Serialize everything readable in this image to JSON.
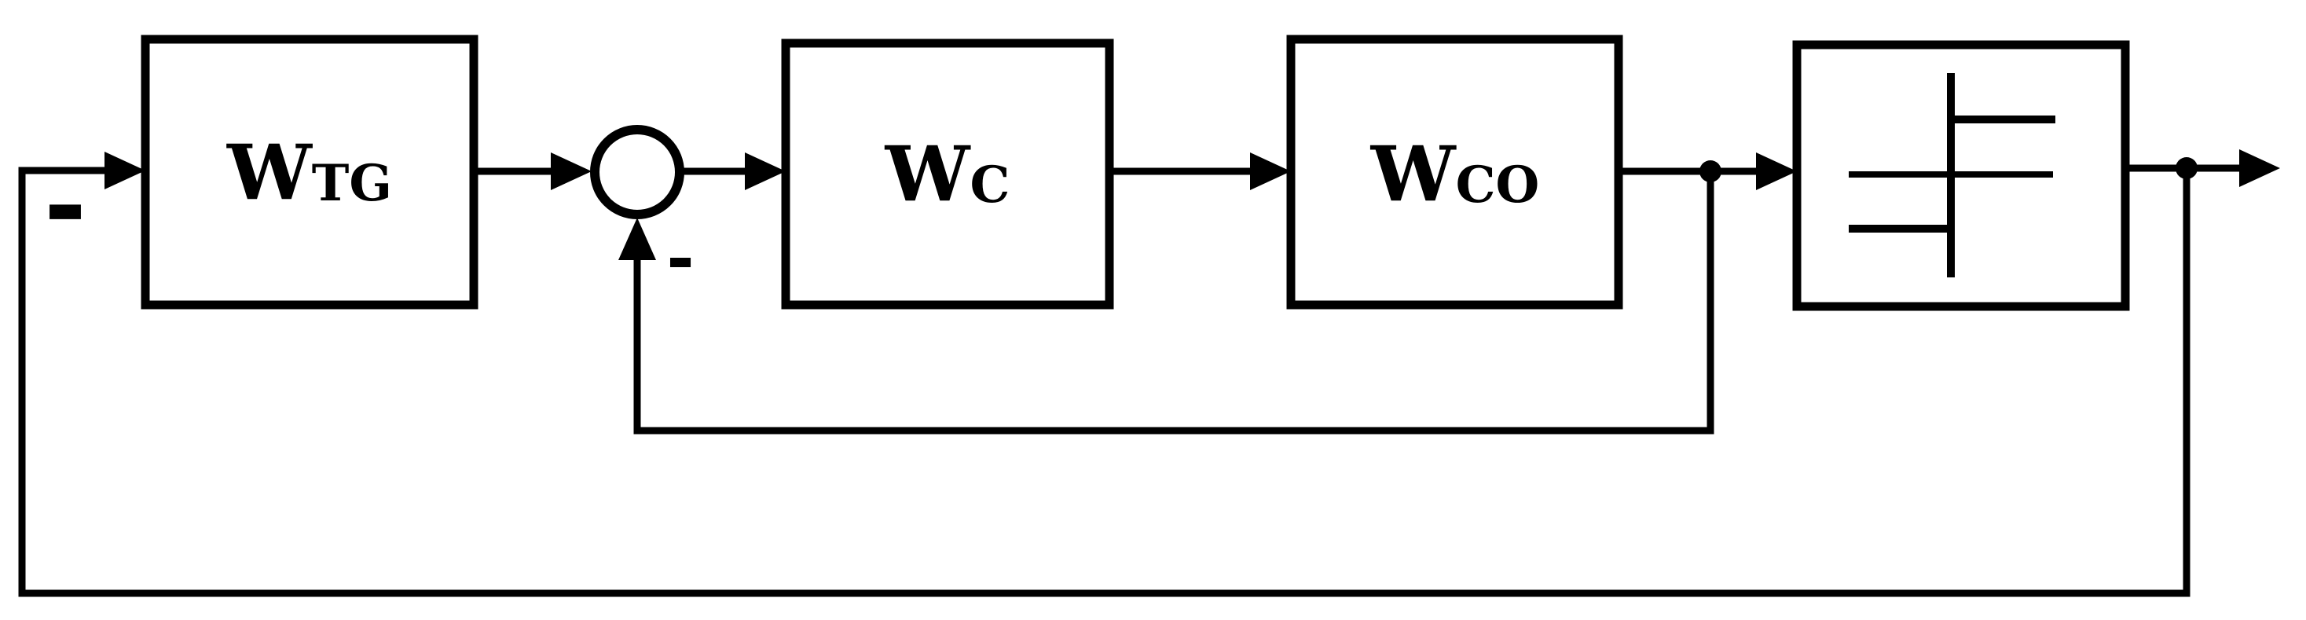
{
  "diagram": {
    "type": "control-system-block-diagram",
    "colors": {
      "line": "#000000",
      "background": "#ffffff"
    },
    "blocks": {
      "wtg": {
        "label": "W",
        "subscript": "TG"
      },
      "wc": {
        "label": "W",
        "subscript": "C"
      },
      "wco": {
        "label": "W",
        "subscript": "CO"
      },
      "relay": {
        "icon": "relay-characteristic-icon"
      }
    },
    "summing_junction": {
      "symbol": "circle"
    },
    "signs": {
      "outer_feedback": "-",
      "inner_feedback": "-"
    }
  }
}
